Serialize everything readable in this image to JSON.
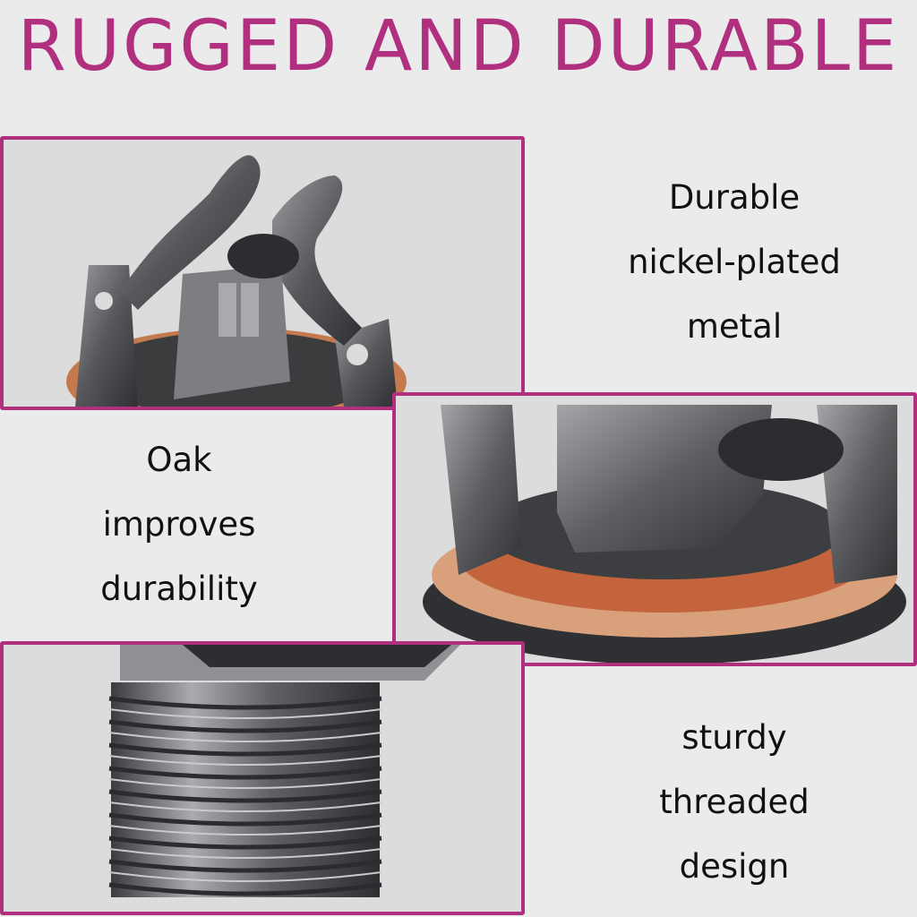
{
  "headline": "RUGGED AND DURABLE",
  "colors": {
    "accent": "#b0307f",
    "background": "#ebebeb",
    "panel_bg": "#dcdcdc",
    "metal": "#6e7073",
    "copper_washer": "#c47a4e"
  },
  "features": [
    {
      "lines": [
        "Durable",
        "nickel-plated",
        "metal"
      ],
      "icon": "jack-contacts-closeup"
    },
    {
      "lines": [
        "Oak",
        "improves",
        "durability"
      ],
      "icon": "jack-washer-closeup"
    },
    {
      "lines": [
        "sturdy",
        "threaded",
        "design"
      ],
      "icon": "threaded-barrel-closeup"
    }
  ]
}
